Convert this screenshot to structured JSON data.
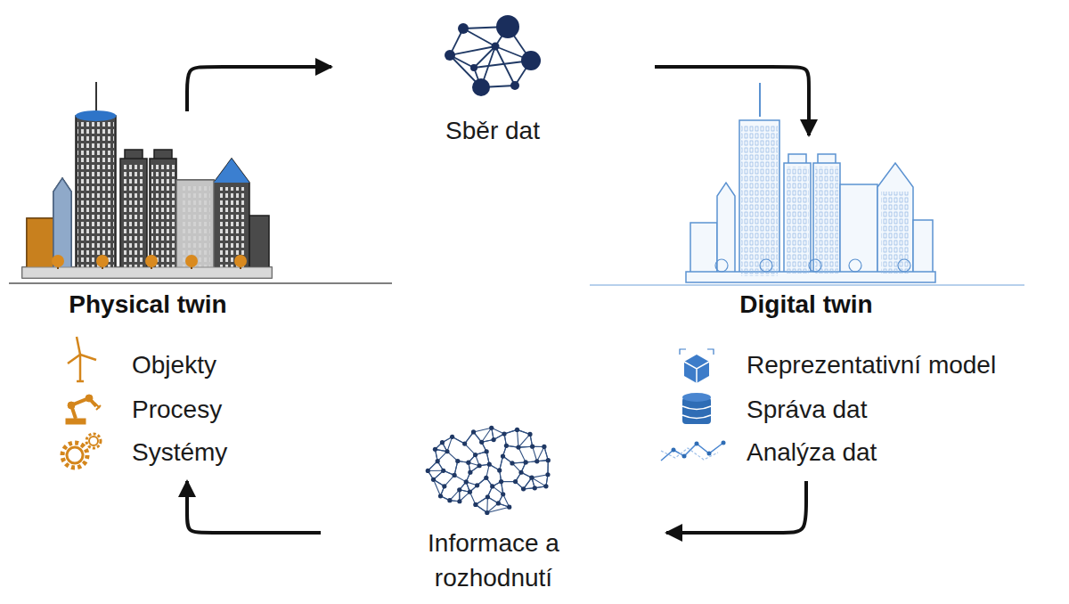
{
  "diagram": {
    "nodes": [
      {
        "text": [
          "Physical twin",
          "Objekty",
          "Procesy",
          "Systémy"
        ]
      },
      {
        "text": [
          "Sběr dat"
        ]
      },
      {
        "text": [
          "Digital twin",
          "Reprezentativní model",
          "Správa dat",
          "Analýza dat"
        ]
      },
      {
        "text": [
          "Informace a rozhodnutí"
        ]
      }
    ],
    "edges": [
      {
        "from": 0,
        "to": 1,
        "arrow": "to"
      },
      {
        "from": 1,
        "to": 2,
        "arrow": "to"
      },
      {
        "from": 2,
        "to": 3,
        "arrow": "to"
      },
      {
        "from": 3,
        "to": 0,
        "arrow": "to"
      }
    ]
  }
}
